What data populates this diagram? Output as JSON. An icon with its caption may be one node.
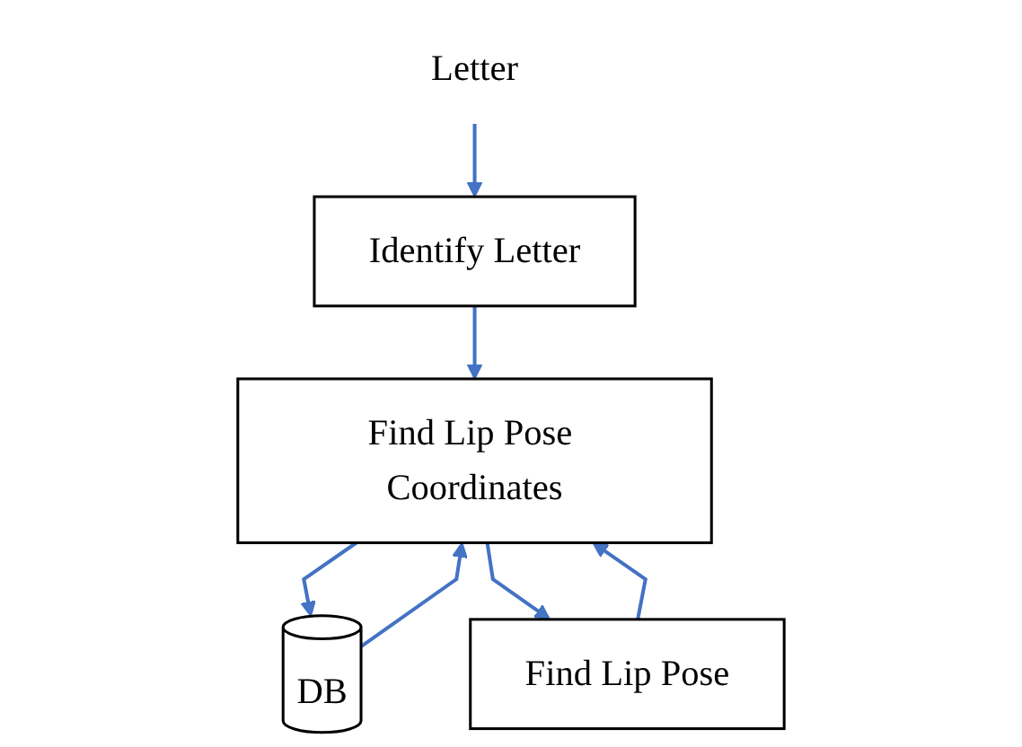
{
  "diagram": {
    "nodes": [
      {
        "text": [
          "Letter"
        ]
      },
      {
        "text": [
          "Identify Letter"
        ]
      },
      {
        "text": [
          "Find Lip Pose Coordinates"
        ]
      },
      {
        "text": [
          "DB"
        ]
      },
      {
        "text": [
          "Find Lip Pose"
        ]
      }
    ],
    "edges": [
      {
        "from": 0,
        "to": 1,
        "arrow": "to"
      },
      {
        "from": 1,
        "to": 2,
        "arrow": "to"
      },
      {
        "from": 2,
        "to": 3,
        "arrow": "to"
      },
      {
        "from": 3,
        "to": 2,
        "arrow": "to"
      },
      {
        "from": 2,
        "to": 4,
        "arrow": "to"
      },
      {
        "from": 4,
        "to": 2,
        "arrow": "to"
      }
    ]
  }
}
